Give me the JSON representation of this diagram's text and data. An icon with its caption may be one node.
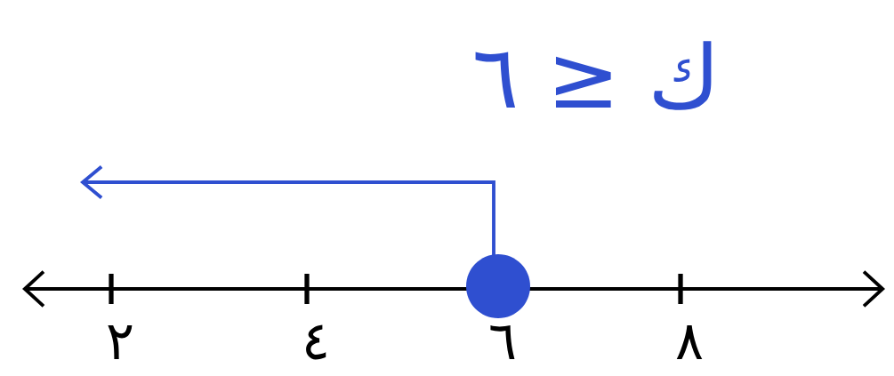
{
  "diagram": {
    "labels": [
      "٦ ≥ ك",
      "٢",
      "٤",
      "٦",
      "٨"
    ]
  }
}
